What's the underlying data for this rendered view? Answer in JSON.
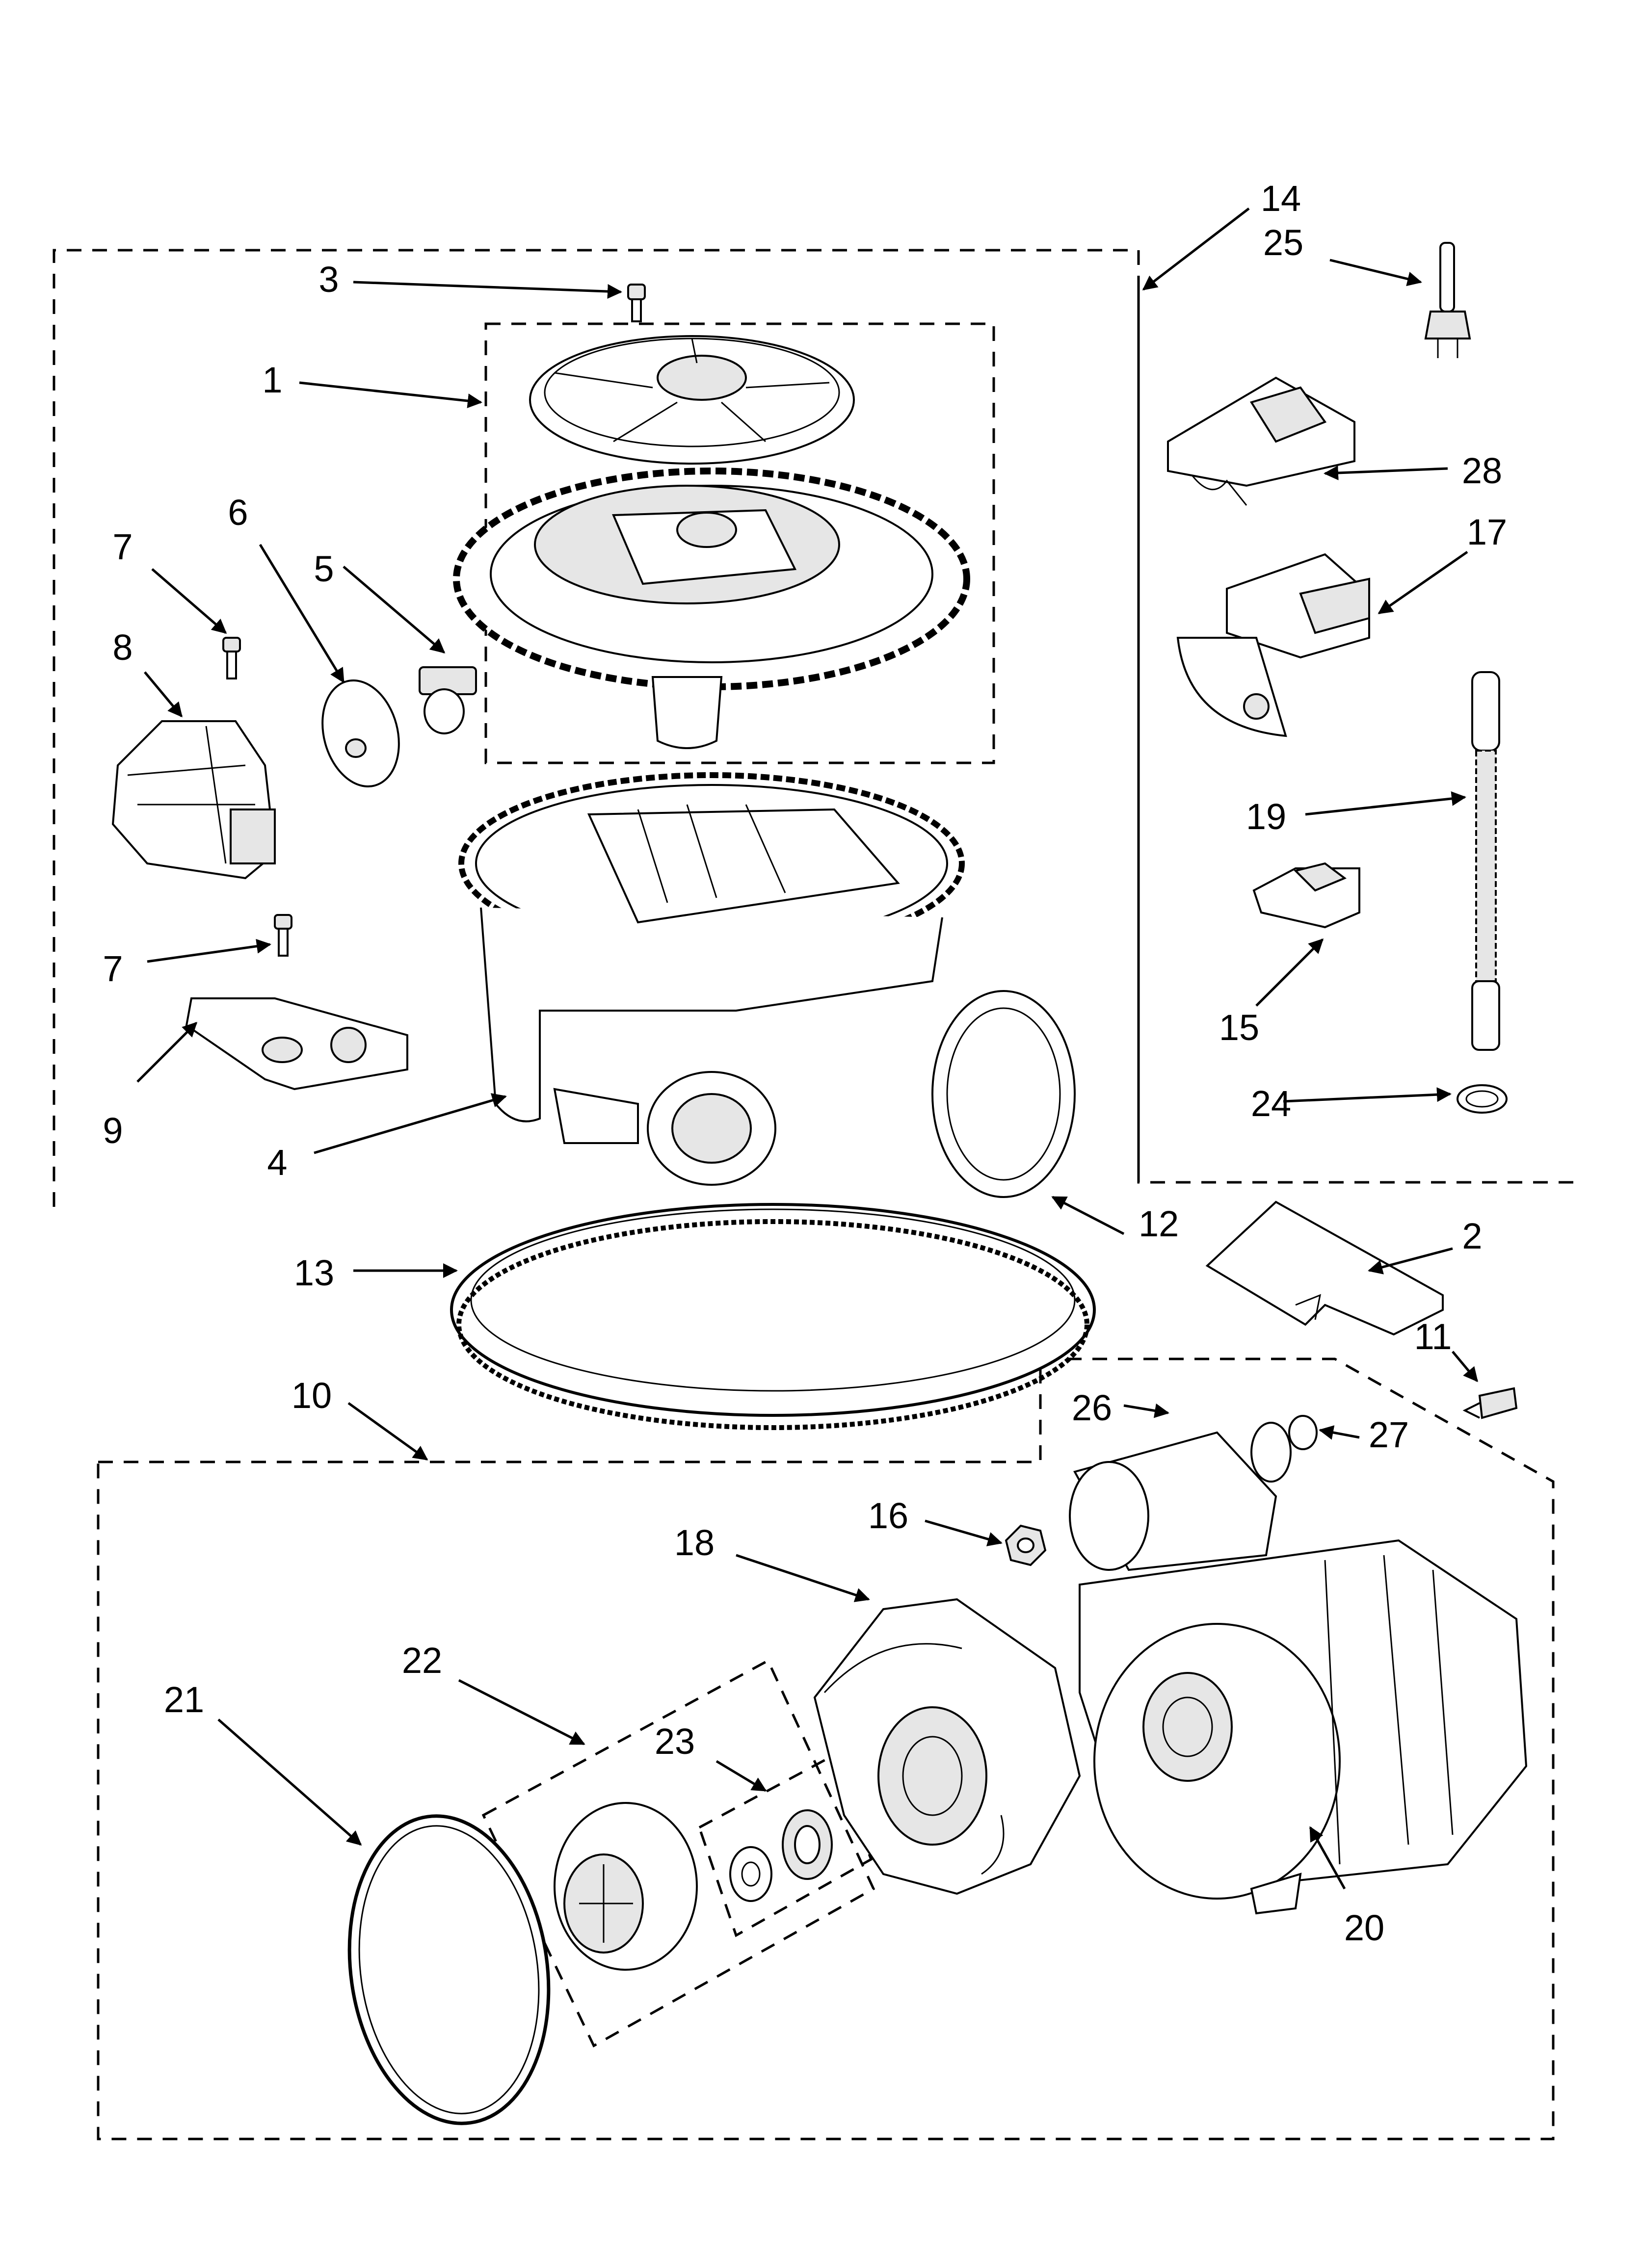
{
  "diagram": {
    "callouts": [
      "1",
      "2",
      "3",
      "4",
      "5",
      "6",
      "7",
      "7",
      "8",
      "9",
      "10",
      "11",
      "12",
      "13",
      "14",
      "25",
      "15",
      "16",
      "17",
      "18",
      "19",
      "20",
      "21",
      "22",
      "23",
      "24",
      "26",
      "27",
      "28"
    ]
  }
}
